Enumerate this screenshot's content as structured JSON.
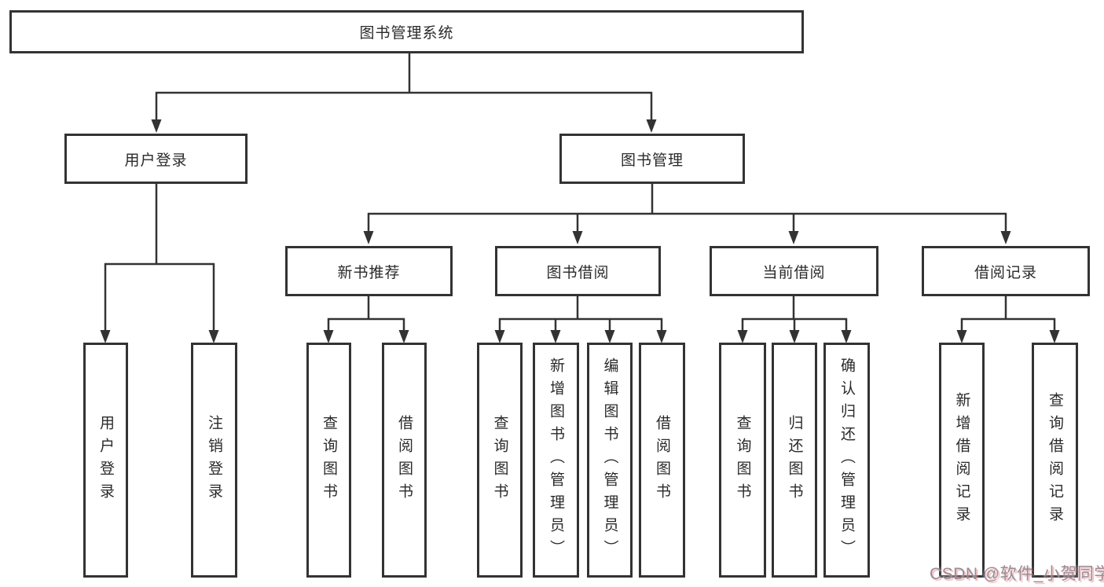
{
  "colors": {
    "line": "#333333",
    "box_border": "#333333",
    "box_fill": "#ffffff",
    "text": "#2a2a2a",
    "watermark_text": "#8f8f9a",
    "watermark_shadow": "#fc5858"
  },
  "tree": {
    "root": "图书管理系统",
    "children": [
      {
        "label": "用户登录",
        "children": [
          "用户登录",
          "注销登录"
        ]
      },
      {
        "label": "图书管理",
        "children": [
          {
            "label": "新书推荐",
            "children": [
              "查询图书",
              "借阅图书"
            ]
          },
          {
            "label": "图书借阅",
            "children": [
              "查询图书",
              "新增图书（管理员）",
              "编辑图书（管理员）",
              "借阅图书"
            ]
          },
          {
            "label": "当前借阅",
            "children": [
              "查询图书",
              "归还图书",
              "确认归还（管理员）"
            ]
          },
          {
            "label": "借阅记录",
            "children": [
              "新增借阅记录",
              "查询借阅记录"
            ]
          }
        ]
      }
    ]
  },
  "watermark": "CSDN @软件_小贺同学"
}
